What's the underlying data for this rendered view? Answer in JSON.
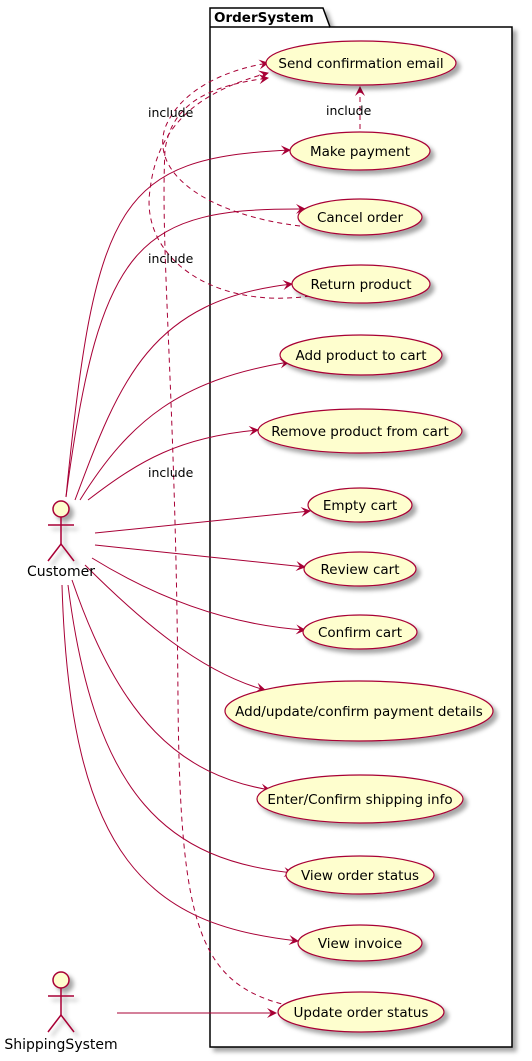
{
  "diagram": {
    "package_name": "OrderSystem",
    "actors": [
      {
        "id": "customer",
        "label": "Customer"
      },
      {
        "id": "shipping",
        "label": "ShippingSystem"
      }
    ],
    "use_cases": [
      {
        "id": "send_email",
        "label": "Send confirmation email"
      },
      {
        "id": "make_payment",
        "label": "Make payment"
      },
      {
        "id": "cancel_order",
        "label": "Cancel order"
      },
      {
        "id": "return_product",
        "label": "Return product"
      },
      {
        "id": "add_to_cart",
        "label": "Add product to cart"
      },
      {
        "id": "remove_from_cart",
        "label": "Remove product from cart"
      },
      {
        "id": "empty_cart",
        "label": "Empty cart"
      },
      {
        "id": "review_cart",
        "label": "Review cart"
      },
      {
        "id": "confirm_cart",
        "label": "Confirm cart"
      },
      {
        "id": "payment_details",
        "label": "Add/update/confirm payment details"
      },
      {
        "id": "shipping_info",
        "label": "Enter/Confirm shipping info"
      },
      {
        "id": "view_status",
        "label": "View order status"
      },
      {
        "id": "view_invoice",
        "label": "View invoice"
      },
      {
        "id": "update_status",
        "label": "Update order status"
      }
    ],
    "include_label": "include",
    "relations": [
      {
        "from": "customer",
        "to": "make_payment"
      },
      {
        "from": "customer",
        "to": "cancel_order"
      },
      {
        "from": "customer",
        "to": "return_product"
      },
      {
        "from": "customer",
        "to": "add_to_cart"
      },
      {
        "from": "customer",
        "to": "remove_from_cart"
      },
      {
        "from": "customer",
        "to": "empty_cart"
      },
      {
        "from": "customer",
        "to": "review_cart"
      },
      {
        "from": "customer",
        "to": "confirm_cart"
      },
      {
        "from": "customer",
        "to": "payment_details"
      },
      {
        "from": "customer",
        "to": "shipping_info"
      },
      {
        "from": "customer",
        "to": "view_status"
      },
      {
        "from": "customer",
        "to": "view_invoice"
      },
      {
        "from": "shipping",
        "to": "update_status"
      },
      {
        "from": "make_payment",
        "to": "send_email",
        "type": "include"
      },
      {
        "from": "cancel_order",
        "to": "send_email",
        "type": "include"
      },
      {
        "from": "return_product",
        "to": "send_email",
        "type": "include"
      },
      {
        "from": "update_status",
        "to": "send_email",
        "type": "include"
      }
    ],
    "colors": {
      "usecase_fill": "#FEFECE",
      "line": "#A80036",
      "package_border": "#000000"
    }
  }
}
